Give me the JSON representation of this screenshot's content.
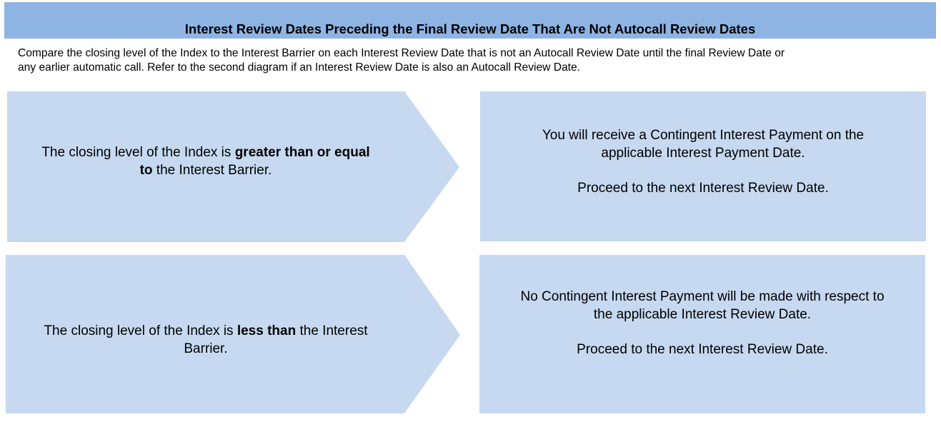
{
  "header": {
    "title": "Interest Review Dates Preceding the Final Review Date That Are Not Autocall Review Dates"
  },
  "intro": {
    "line1": "Compare the closing level of the Index to the Interest Barrier on each Interest Review Date that is not an Autocall Review Date until the final Review Date or",
    "line2": "any earlier automatic call.  Refer to the second diagram if an Interest Review Date is also an Autocall Review Date."
  },
  "rows": [
    {
      "condition": {
        "prefix": "The closing level of the Index is ",
        "bold_a": "greater than or equal",
        "bold_b": "to",
        "suffix": " the Interest Barrier."
      },
      "result": {
        "line1": "You will receive a Contingent Interest Payment on the",
        "line2": "applicable Interest Payment Date.",
        "next": "Proceed to the next Interest Review Date."
      }
    },
    {
      "condition": {
        "prefix": "The closing level of the Index is ",
        "bold": "less than",
        "suffix_a": " the Interest",
        "suffix_b": "Barrier."
      },
      "result": {
        "line1": "No Contingent Interest Payment will be made with respect to",
        "line2": "the applicable Interest Review Date.",
        "next": "Proceed to the next Interest Review Date."
      }
    }
  ],
  "colors": {
    "header_fill": "#8eb4e3",
    "shape_fill": "#c6d9f0"
  }
}
